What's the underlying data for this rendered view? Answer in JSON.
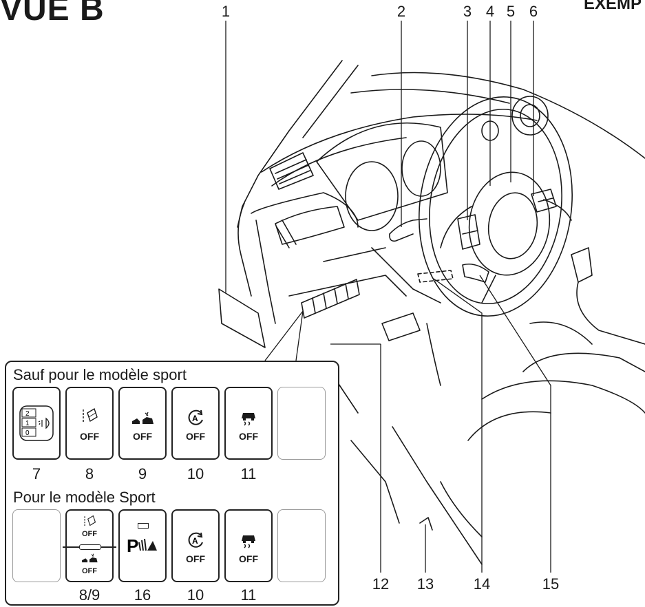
{
  "header": {
    "title": "VUE B",
    "corner_text": "EXEMP"
  },
  "callouts": [
    "1",
    "2",
    "3",
    "4",
    "5",
    "6",
    "12",
    "13",
    "14",
    "15"
  ],
  "panel": {
    "section1_title": "Sauf pour le modèle sport",
    "section2_title": "Pour le modèle Sport",
    "row1": {
      "labels": [
        "7",
        "8",
        "9",
        "10",
        "11"
      ],
      "switches": [
        {
          "name": "headlight-leveling",
          "text": ""
        },
        {
          "name": "blind-spot-off",
          "text": "OFF"
        },
        {
          "name": "dual-sensor-brake-off",
          "text": "OFF"
        },
        {
          "name": "auto-stop-start-off",
          "text": "OFF"
        },
        {
          "name": "esp-off",
          "text": "OFF"
        }
      ]
    },
    "row2": {
      "labels": [
        "8/9",
        "16",
        "10",
        "11"
      ],
      "switches": [
        {
          "name": "blind-spot-dual-brake-off",
          "text_top": "OFF",
          "text_bottom": "OFF"
        },
        {
          "name": "parking-sensor",
          "text": ""
        },
        {
          "name": "auto-stop-start-off",
          "text": "OFF"
        },
        {
          "name": "esp-off",
          "text": "OFF"
        }
      ]
    },
    "leveling_scale": [
      "2",
      "1",
      "0"
    ]
  }
}
